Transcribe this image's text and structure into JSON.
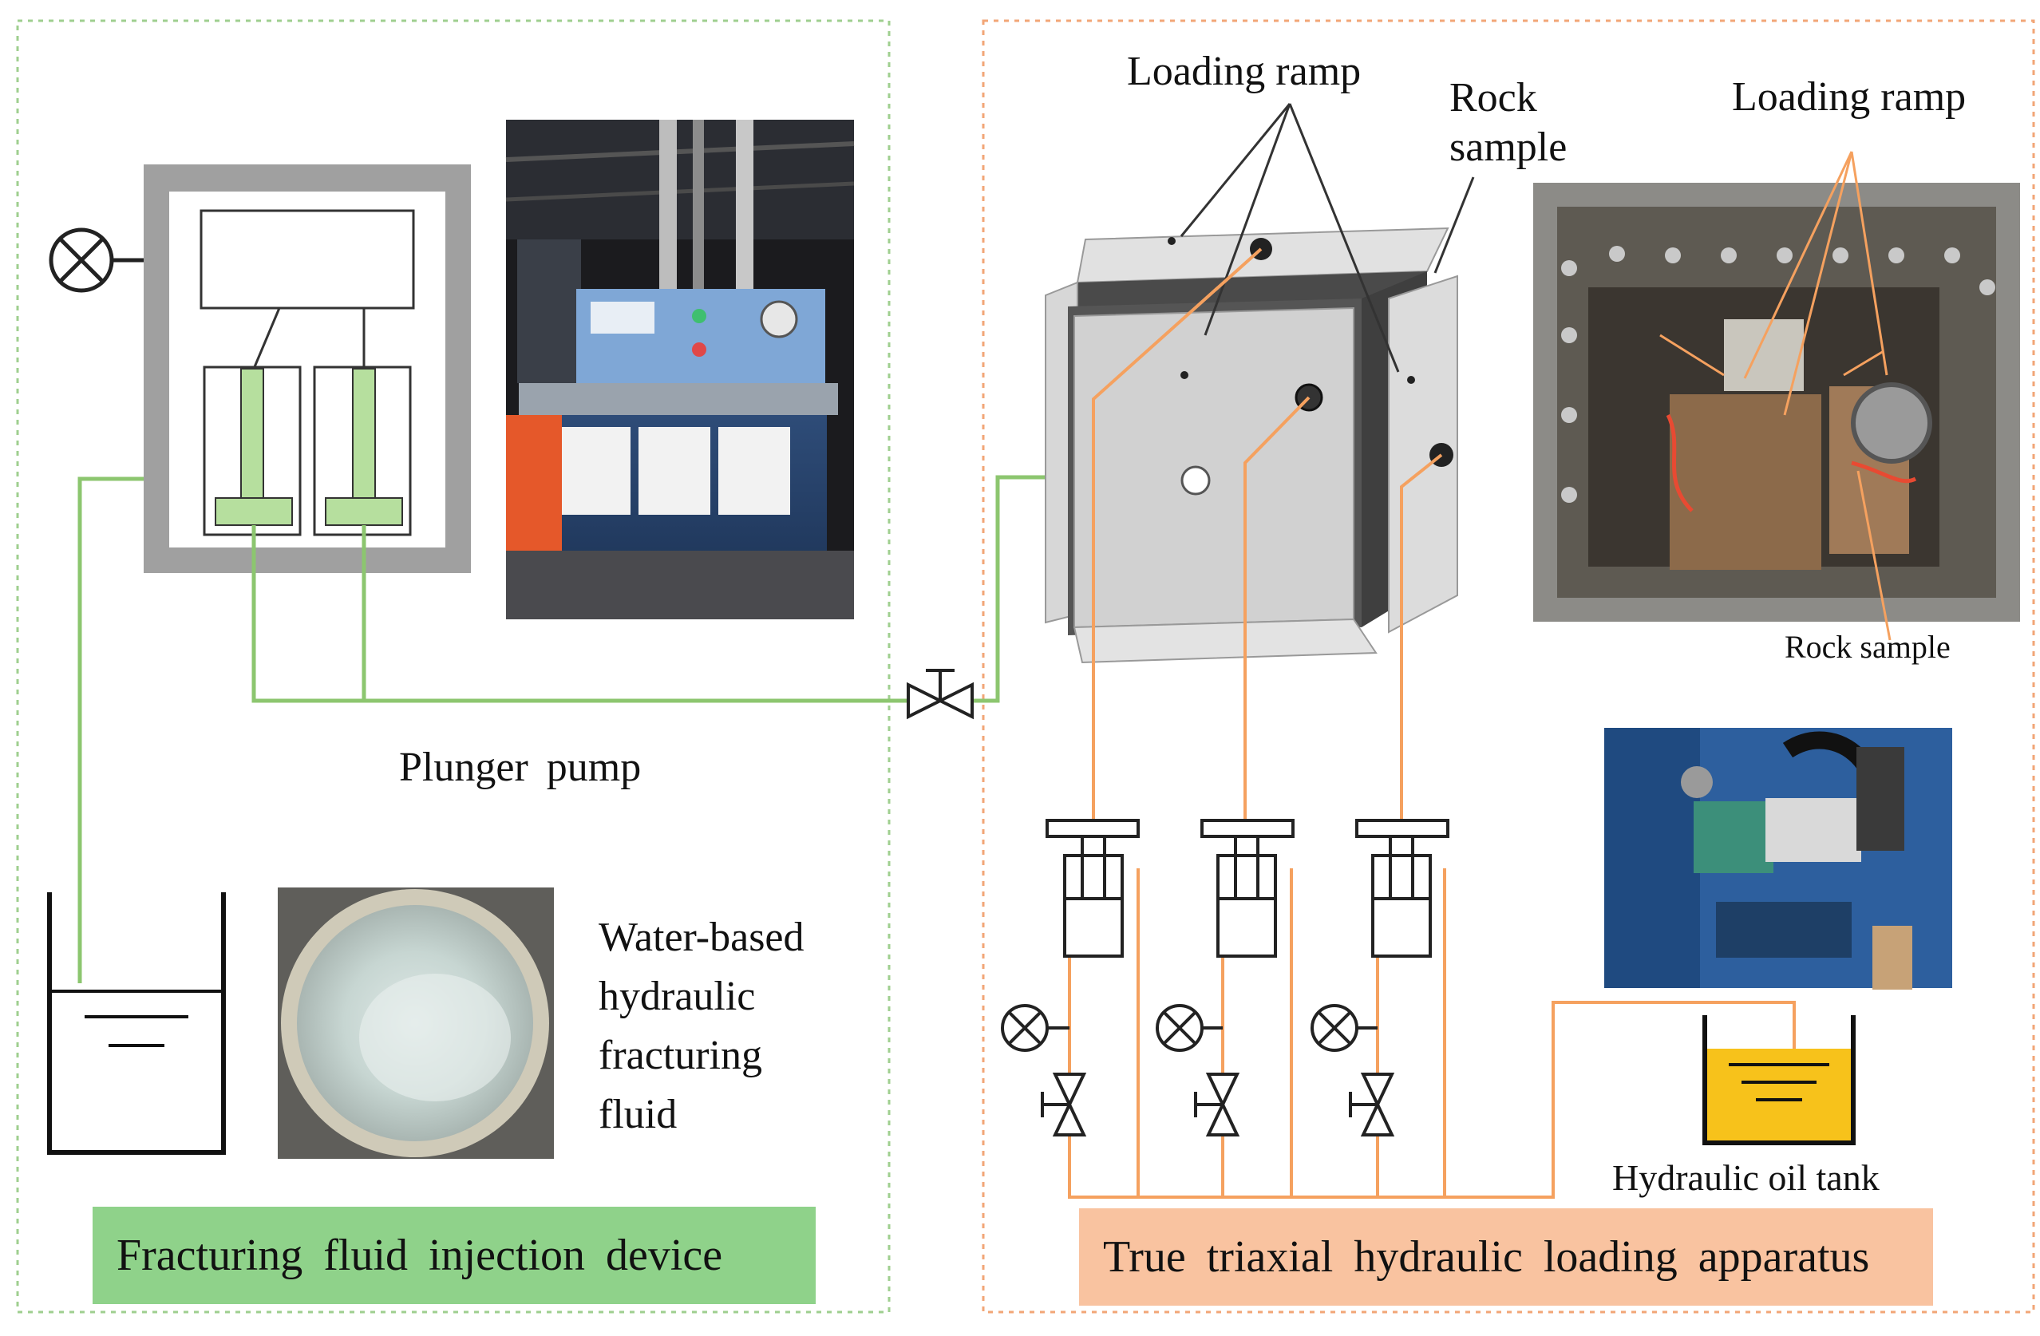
{
  "left_panel": {
    "pump_label": "Plunger pump",
    "fluid_label": "Water-based hydraulic fracturing fluid",
    "banner_title": "Fracturing fluid injection device"
  },
  "right_panel": {
    "loading_ramp_label_1": "Loading ramp",
    "rock_sample_label_1": "Rock sample",
    "loading_ramp_label_2": "Loading ramp",
    "rock_sample_label_2": "Rock sample",
    "oil_tank_label": "Hydraulic oil tank",
    "banner_title": "True triaxial hydraulic loading apparatus"
  },
  "colors": {
    "fluid_line": "#8cc66f",
    "oil_line": "#f5a15f",
    "left_banner": "#8fd28a",
    "right_banner": "#f9c3a0",
    "oil": "#f7c21b",
    "plunger": "#b6df9e",
    "box_border": "#a0a0a0",
    "border_left": "#9fcf8f",
    "border_right": "#f2a677"
  }
}
